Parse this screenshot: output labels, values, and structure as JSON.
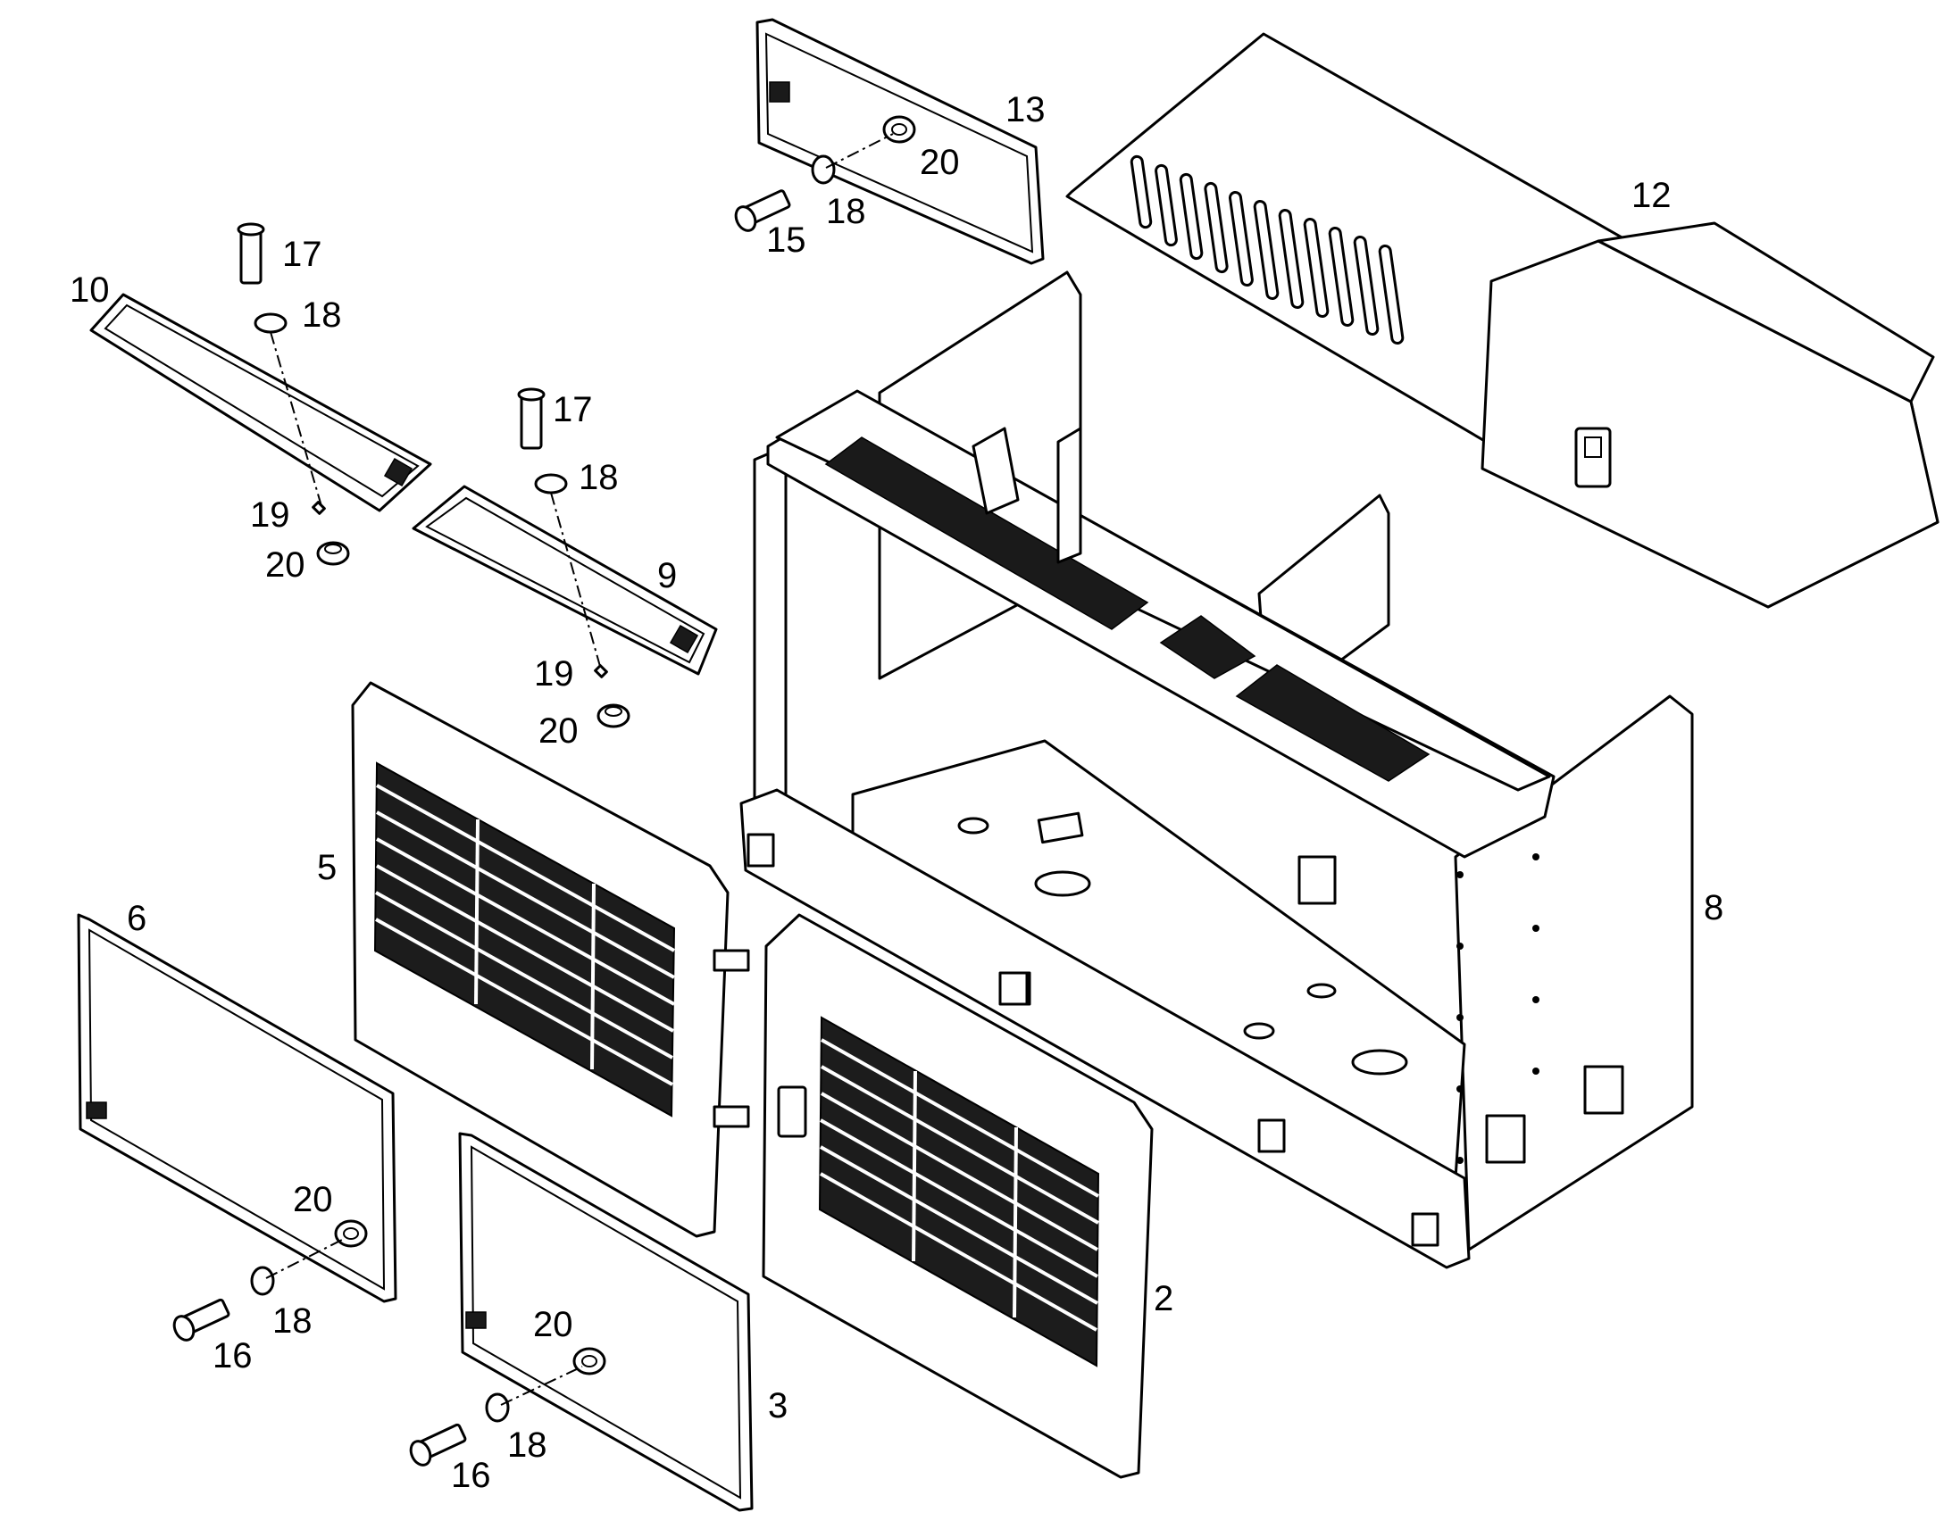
{
  "callouts": {
    "c2": "2",
    "c3": "3",
    "c5": "5",
    "c6": "6",
    "c8": "8",
    "c9": "9",
    "c10": "10",
    "c12": "12",
    "c13": "13",
    "c15": "15",
    "c16a": "16",
    "c16b": "16",
    "c17a": "17",
    "c17b": "17",
    "c18a": "18",
    "c18b": "18",
    "c18c": "18",
    "c18d": "18",
    "c18e": "18",
    "c19a": "19",
    "c19b": "19",
    "c20a": "20",
    "c20b": "20",
    "c20c": "20",
    "c20d": "20",
    "c20e": "20"
  },
  "colors": {
    "line": "#000000",
    "background": "#ffffff",
    "grille": "#1c1c1c"
  }
}
